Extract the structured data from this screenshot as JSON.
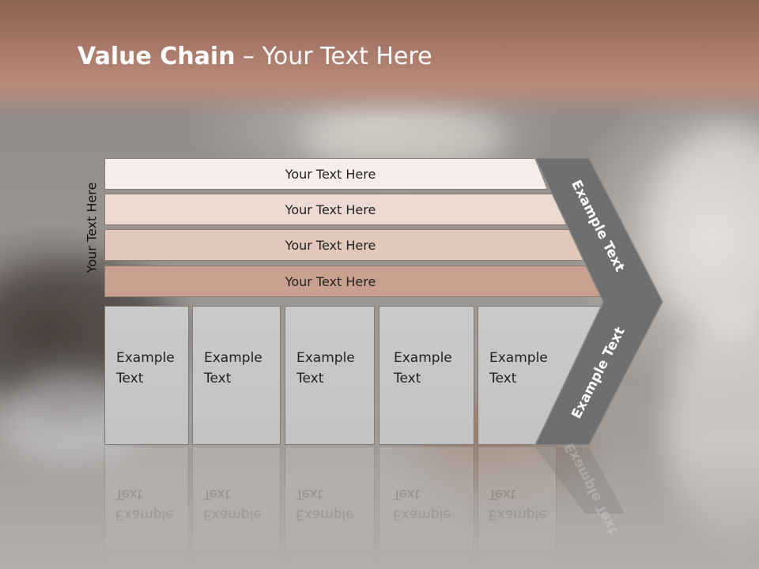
{
  "slide": {
    "title_bold": "Value Chain",
    "title_rest": " – Your Text Here",
    "side_label": "Your Text Here"
  },
  "rows": [
    {
      "label": "Your Text Here",
      "color": "#f6ecea"
    },
    {
      "label": "Your Text Here",
      "color": "#ecd9d2"
    },
    {
      "label": "Your Text Here",
      "color": "#e2c7bb"
    },
    {
      "label": "Your Text Here",
      "color": "#c9a08f"
    }
  ],
  "cells": [
    {
      "line1": "Example",
      "line2": "Text"
    },
    {
      "line1": "Example",
      "line2": "Text"
    },
    {
      "line1": "Example",
      "line2": "Text"
    },
    {
      "line1": "Example",
      "line2": "Text"
    },
    {
      "line1": "Example",
      "line2": "Text"
    }
  ],
  "chevron": {
    "upper_label": "Example Text",
    "lower_label": "Example Text",
    "color": "#6f6f6f"
  },
  "colors": {
    "title_band": "#a8786a",
    "cell_fill": "#c6c6c6"
  }
}
